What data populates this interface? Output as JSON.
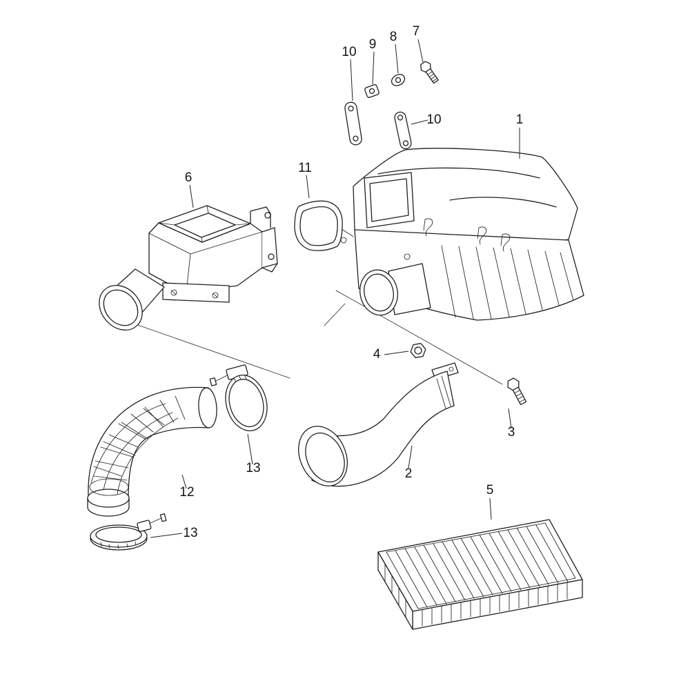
{
  "diagram": {
    "callouts": [
      {
        "label": "7"
      },
      {
        "label": "8"
      },
      {
        "label": "9"
      },
      {
        "label": "10"
      },
      {
        "label": "1"
      },
      {
        "label": "10"
      },
      {
        "label": "11"
      },
      {
        "label": "6"
      },
      {
        "label": "4"
      },
      {
        "label": "3"
      },
      {
        "label": "2"
      },
      {
        "label": "13"
      },
      {
        "label": "12"
      },
      {
        "label": "13"
      },
      {
        "label": "5"
      }
    ],
    "colors": {
      "ink": "#1f1f1f",
      "background": "#ffffff"
    }
  }
}
